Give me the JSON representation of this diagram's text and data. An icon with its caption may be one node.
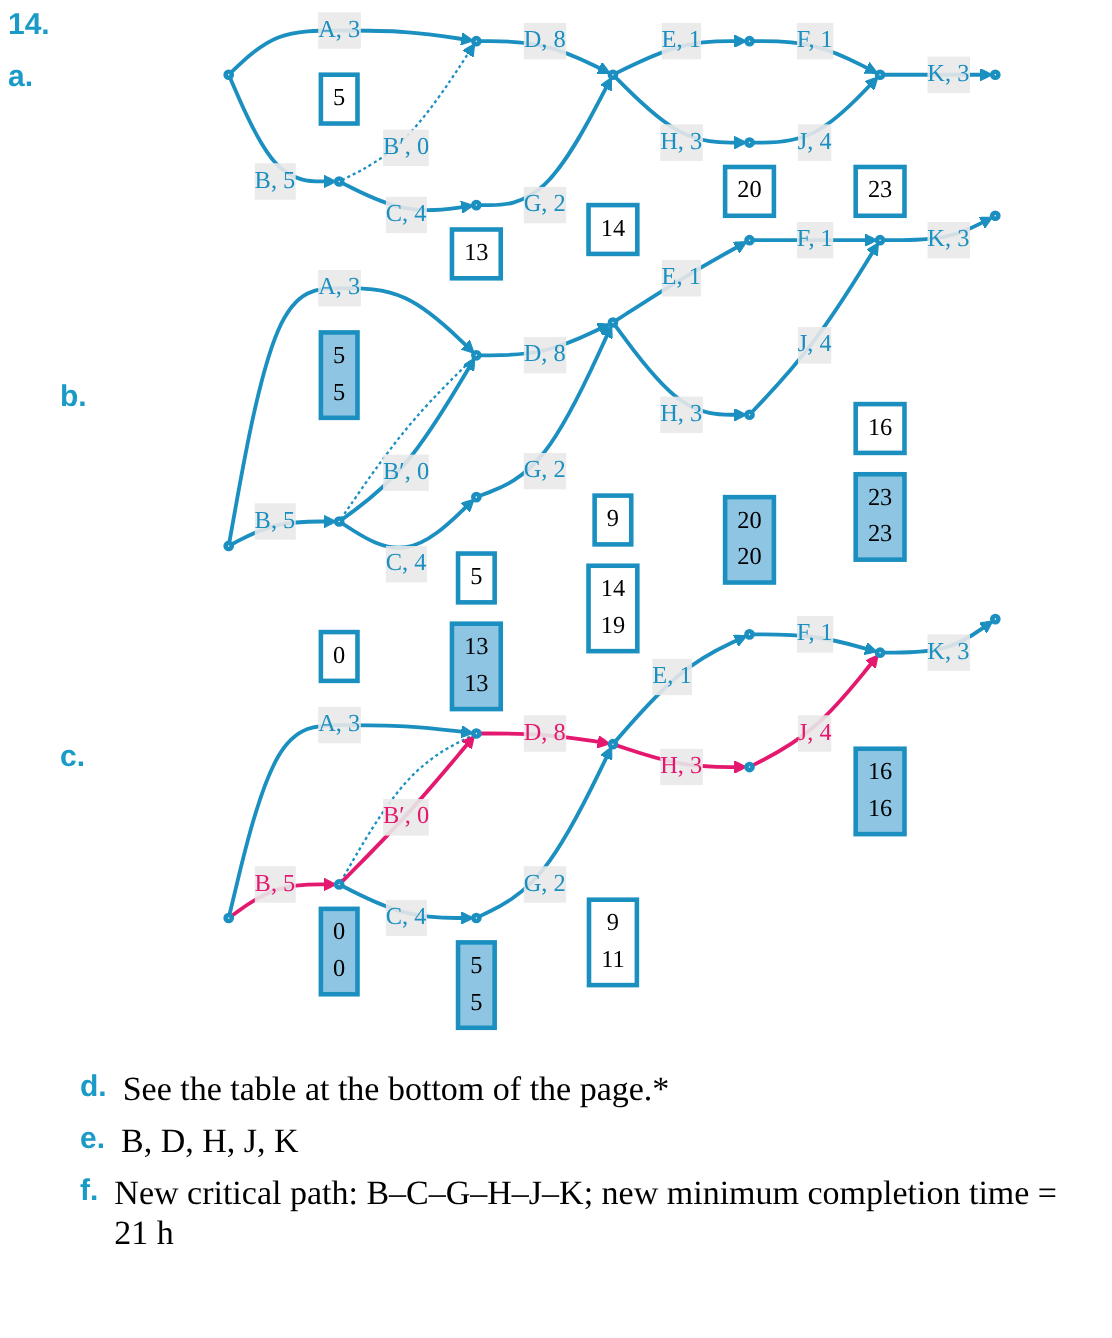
{
  "diagram": {
    "nodes": [
      {
        "text": [],
        "shape": "circle"
      },
      {
        "text": [],
        "shape": "circle"
      },
      {
        "text": [],
        "shape": "circle"
      },
      {
        "text": [],
        "shape": "circle"
      },
      {
        "text": [],
        "shape": "circle"
      },
      {
        "text": [],
        "shape": "circle"
      },
      {
        "text": [],
        "shape": "circle"
      },
      {
        "text": [],
        "shape": "circle"
      },
      {
        "text": [],
        "shape": "circle"
      },
      {
        "text": [
          "5"
        ]
      },
      {
        "text": [
          "13"
        ]
      },
      {
        "text": [
          "14"
        ]
      },
      {
        "text": [
          "20"
        ]
      },
      {
        "text": [
          "23"
        ]
      },
      {
        "text": [],
        "shape": "circle"
      },
      {
        "text": [],
        "shape": "circle"
      },
      {
        "text": [],
        "shape": "circle"
      },
      {
        "text": [],
        "shape": "circle"
      },
      {
        "text": [],
        "shape": "circle"
      },
      {
        "text": [],
        "shape": "circle"
      },
      {
        "text": [
          "0"
        ]
      },
      {
        "text": [],
        "shape": "circle"
      },
      {
        "text": [],
        "shape": "circle"
      },
      {
        "text": [],
        "shape": "circle"
      },
      {
        "text": [
          "5"
        ]
      },
      {
        "text": [
          "9"
        ]
      },
      {
        "text": [
          "16"
        ]
      },
      {
        "text": [
          "5",
          "5"
        ]
      },
      {
        "text": [
          "13",
          "13"
        ]
      },
      {
        "text": [
          "14",
          "19"
        ]
      },
      {
        "text": [
          "20",
          "20"
        ]
      },
      {
        "text": [
          "23",
          "23"
        ]
      },
      {
        "text": [],
        "shape": "circle"
      },
      {
        "text": [],
        "shape": "circle"
      },
      {
        "text": [],
        "shape": "circle"
      },
      {
        "text": [],
        "shape": "circle"
      },
      {
        "text": [],
        "shape": "circle"
      },
      {
        "text": [],
        "shape": "circle"
      },
      {
        "text": [
          "0",
          "0"
        ]
      },
      {
        "text": [],
        "shape": "circle"
      },
      {
        "text": [],
        "shape": "circle"
      },
      {
        "text": [],
        "shape": "circle"
      },
      {
        "text": [
          "5",
          "5"
        ]
      },
      {
        "text": [
          "9",
          "11"
        ]
      },
      {
        "text": [
          "16",
          "16"
        ]
      }
    ],
    "edges": [
      {
        "from": 0,
        "to": 1,
        "arrow": "to",
        "label": "A, 3"
      },
      {
        "from": 0,
        "to": 6,
        "arrow": "to",
        "label": "B, 5"
      },
      {
        "from": 6,
        "to": 1,
        "arrow": "to",
        "label": "B′, 0",
        "style": "dashed"
      },
      {
        "from": 1,
        "to": 2,
        "arrow": "to",
        "label": "D, 8"
      },
      {
        "from": 6,
        "to": 7,
        "arrow": "to",
        "label": "C, 4"
      },
      {
        "from": 7,
        "to": 2,
        "arrow": "to",
        "label": "G, 2"
      },
      {
        "from": 2,
        "to": 3,
        "arrow": "to",
        "label": "E, 1"
      },
      {
        "from": 2,
        "to": 8,
        "arrow": "to",
        "label": "H, 3"
      },
      {
        "from": 3,
        "to": 4,
        "arrow": "to",
        "label": "F, 1"
      },
      {
        "from": 8,
        "to": 4,
        "arrow": "to",
        "label": "J, 4"
      },
      {
        "from": 4,
        "to": 5,
        "arrow": "to",
        "label": "K, 3"
      },
      {
        "from": 14,
        "to": 15,
        "arrow": "to",
        "label": "A, 3"
      },
      {
        "from": 14,
        "to": 21,
        "arrow": "to",
        "label": "B, 5"
      },
      {
        "from": 21,
        "to": 15,
        "arrow": "none",
        "style": "dashed"
      },
      {
        "from": 21,
        "to": 15,
        "arrow": "to",
        "label": "B′, 0"
      },
      {
        "from": 15,
        "to": 16,
        "arrow": "to",
        "label": "D, 8"
      },
      {
        "from": 21,
        "to": 22,
        "arrow": "to",
        "label": "C, 4"
      },
      {
        "from": 22,
        "to": 16,
        "arrow": "to",
        "label": "G, 2"
      },
      {
        "from": 16,
        "to": 17,
        "arrow": "to",
        "label": "E, 1"
      },
      {
        "from": 16,
        "to": 23,
        "arrow": "to",
        "label": "H, 3"
      },
      {
        "from": 17,
        "to": 18,
        "arrow": "to",
        "label": "F, 1"
      },
      {
        "from": 23,
        "to": 18,
        "arrow": "to",
        "label": "J, 4"
      },
      {
        "from": 18,
        "to": 19,
        "arrow": "to",
        "label": "K, 3"
      },
      {
        "from": 32,
        "to": 33,
        "arrow": "to",
        "label": "A, 3"
      },
      {
        "from": 32,
        "to": 39,
        "arrow": "to",
        "label": "B, 5",
        "color": "#e5186f"
      },
      {
        "from": 39,
        "to": 33,
        "arrow": "none",
        "style": "dashed"
      },
      {
        "from": 39,
        "to": 33,
        "arrow": "to",
        "label": "B′, 0",
        "color": "#e5186f"
      },
      {
        "from": 33,
        "to": 34,
        "arrow": "to",
        "label": "D, 8",
        "color": "#e5186f"
      },
      {
        "from": 39,
        "to": 40,
        "arrow": "to",
        "label": "C, 4"
      },
      {
        "from": 40,
        "to": 34,
        "arrow": "to",
        "label": "G, 2"
      },
      {
        "from": 34,
        "to": 35,
        "arrow": "to",
        "label": "E, 1"
      },
      {
        "from": 34,
        "to": 41,
        "arrow": "to",
        "label": "H, 3",
        "color": "#e5186f"
      },
      {
        "from": 35,
        "to": 36,
        "arrow": "to",
        "label": "F, 1"
      },
      {
        "from": 41,
        "to": 36,
        "arrow": "to",
        "label": "J, 4",
        "color": "#e5186f"
      },
      {
        "from": 36,
        "to": 37,
        "arrow": "to",
        "label": "K, 3"
      }
    ],
    "labels": [
      "14.",
      "a.",
      "b.",
      "c.",
      "d.",
      "See the table at the bottom of the page.*",
      "e.",
      "B, D, H, J, K",
      "f.",
      "New critical path: B–C–G–H–J–K; new minimum completion time = 21 h"
    ]
  }
}
